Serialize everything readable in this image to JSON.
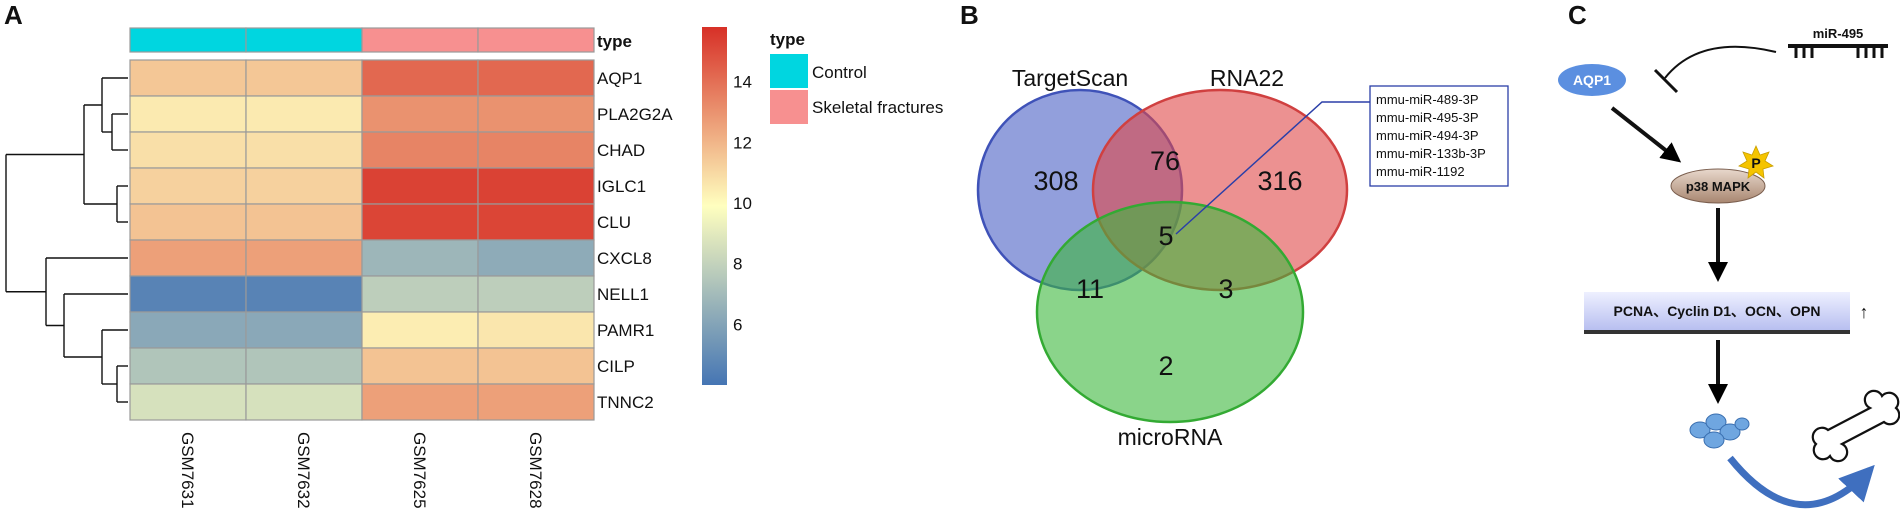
{
  "colors": {
    "control": "#00d6e0",
    "skeletal_fractures": "#f79090",
    "scale_low": "#4575b4",
    "scale_mid": "#ffffbf",
    "scale_high": "#d73027",
    "targetscan": "#4a5fc4",
    "rna22": "#e04848",
    "microrna": "#3cb83c",
    "aqp1_oval": "#5b8fe0",
    "p38_oval": "#b09080",
    "arrow_curve": "#3f6fbf",
    "cell": "#6fa6e0"
  },
  "panel_a": {
    "letter": "A",
    "type_label": "type",
    "legend": {
      "title": "type",
      "items": [
        {
          "label": "Control",
          "color": "#00d6e0"
        },
        {
          "label": "Skeletal fractures",
          "color": "#f79090"
        }
      ]
    }
  },
  "panel_b": {
    "letter": "B",
    "callout": [
      "mmu-miR-489-3P",
      "mmu-miR-495-3P",
      "mmu-miR-494-3P",
      "mmu-miR-133b-3P",
      "mmu-miR-1192"
    ]
  },
  "panel_c": {
    "letter": "C",
    "mirna_label": "miR-495",
    "aqp1_label": "AQP1",
    "p38_label": "p38 MAPK",
    "phospho_label": "P",
    "targets_label": "PCNA、Cyclin D1、OCN、OPN",
    "up_arrow": "↑"
  },
  "chart_data": [
    {
      "type": "heatmap",
      "title": "",
      "columns": [
        "GSM7631",
        "GSM7632",
        "GSM7625",
        "GSM7628"
      ],
      "column_groups": [
        "Control",
        "Control",
        "Skeletal fractures",
        "Skeletal fractures"
      ],
      "rows": [
        "AQP1",
        "PLA2G2A",
        "CHAD",
        "IGLC1",
        "CLU",
        "CXCL8",
        "NELL1",
        "PAMR1",
        "CILP",
        "TNNC2"
      ],
      "values": [
        [
          11.5,
          11.5,
          14.2,
          14.2
        ],
        [
          10.5,
          10.5,
          13.0,
          13.0
        ],
        [
          10.8,
          10.8,
          13.4,
          13.4
        ],
        [
          11.2,
          11.2,
          15.3,
          15.3
        ],
        [
          11.6,
          11.6,
          15.2,
          15.2
        ],
        [
          12.6,
          12.6,
          6.8,
          6.3
        ],
        [
          4.6,
          4.6,
          7.8,
          7.8
        ],
        [
          6.2,
          6.2,
          10.4,
          10.6
        ],
        [
          7.4,
          7.4,
          11.6,
          11.6
        ],
        [
          8.6,
          8.6,
          12.6,
          12.6
        ]
      ],
      "colorbar_ticks": [
        6,
        8,
        10,
        12,
        14
      ],
      "colorbar_range": [
        4,
        15.8
      ],
      "row_dendrogram": true
    },
    {
      "type": "venn",
      "title": "",
      "sets": [
        "TargetScan",
        "RNA22",
        "microRNA"
      ],
      "regions": {
        "TargetScan_only": 308,
        "RNA22_only": 316,
        "microRNA_only": 2,
        "TargetScan_RNA22": 76,
        "TargetScan_microRNA": 11,
        "RNA22_microRNA": 3,
        "all_three": 5
      }
    }
  ]
}
